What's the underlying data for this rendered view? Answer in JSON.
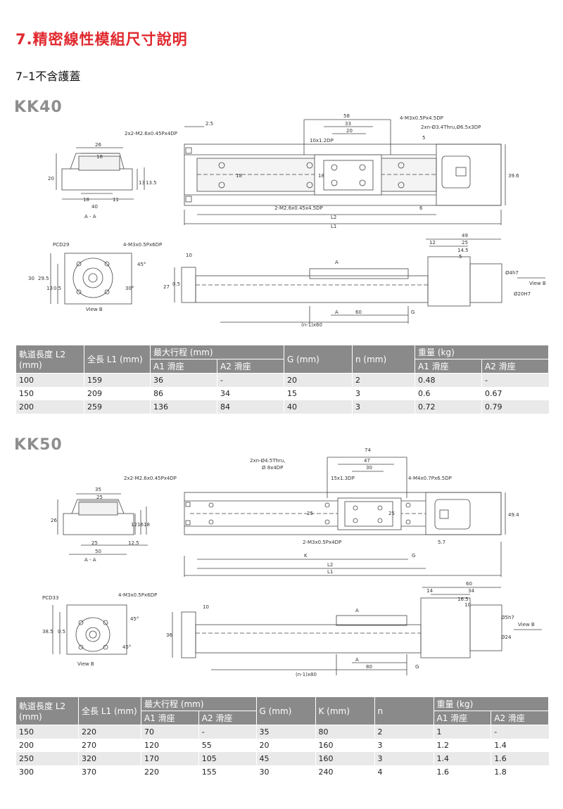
{
  "page": {
    "title": "7.精密線性模組尺寸說明",
    "subtitle": "7–1不含護蓋"
  },
  "kk40": {
    "model": "KK40",
    "labels": {
      "a1": "2x2-M2.6x0.45Px4DP",
      "a2": "2.5",
      "a3": "58",
      "a4": "33",
      "a5": "20",
      "a6": "4-M3x0.5Px4.5DP",
      "a7": "2xn-Ø3.4Thru,Ø6.5x3DP",
      "a8": "10x1.2DP",
      "a9": "5",
      "a10": "18",
      "a11": "18",
      "a12": "39.6",
      "a13": "2-M2.6x0.45x4.5DP",
      "a14": "6",
      "a15": "L2",
      "a16": "L1",
      "b1": "26",
      "b2": "18",
      "b3": "20",
      "b4": "13",
      "b5": "13.5",
      "b6": "18",
      "b7": "11",
      "b8": "40",
      "b9": "A - A",
      "c1": "PCD29",
      "c2": "4-M3x0.5Px6DP",
      "c3": "30",
      "c4": "29.5",
      "c5": "13",
      "c6": "0.5",
      "c7": "30°",
      "c8": "45°",
      "c9": "View B",
      "d1": "10",
      "d2": "27",
      "d3": "0.5",
      "d4": "A",
      "d5": "A",
      "d6": "60",
      "d7": "G",
      "d8": "(n-1)x60",
      "d9": "49",
      "d10": "12",
      "d11": "25",
      "d12": "14.5",
      "d13": "5",
      "d14": "Ø4h7",
      "d15": "Ø20H7",
      "d16": "View B"
    },
    "table": {
      "headers": {
        "rail": "軌道長度 L2 (mm)",
        "total": "全長 L1 (mm)",
        "stroke": "最大行程 (mm)",
        "g": "G (mm)",
        "n": "n (mm)",
        "weight": "重量 (kg)",
        "a1": "A1 滑座",
        "a2": "A2 滑座",
        "w1": "A1 滑座",
        "w2": "A2 滑座"
      },
      "rows": [
        [
          "100",
          "159",
          "36",
          "-",
          "20",
          "2",
          "0.48",
          "-"
        ],
        [
          "150",
          "209",
          "86",
          "34",
          "15",
          "3",
          "0.6",
          "0.67"
        ],
        [
          "200",
          "259",
          "136",
          "84",
          "40",
          "3",
          "0.72",
          "0.79"
        ]
      ]
    }
  },
  "kk50": {
    "model": "KK50",
    "labels": {
      "a1": "2x2-M2.6x0.45Px4DP",
      "a2": "74",
      "a3": "47",
      "a4": "30",
      "a5": "2xn-Ø4.5Thru,",
      "a5b": "Ø 8x4DP",
      "a6": "15x1.3DP",
      "a7": "4-M4x0.7Px6.5DP",
      "a8": "25",
      "a9": "25",
      "a10": "49.4",
      "a11": "2-M3x0.5Px4DP",
      "a12": "5.7",
      "a13": "K",
      "a14": "G",
      "a15": "L2",
      "a16": "L1",
      "b1": "35",
      "b2": "25",
      "b3": "26",
      "b4": "12",
      "b5": "16",
      "b6": "18",
      "b7": "25",
      "b8": "12.5",
      "b9": "50",
      "b10": "A - A",
      "c1": "PCD33",
      "c2": "4-M3x0.5Px6DP",
      "c3": "38.5",
      "c4": "0.5",
      "c5": "45°",
      "c6": "45°",
      "c7": "View B",
      "d1": "10",
      "d2": "36",
      "d3": "A",
      "d4": "A",
      "d5": "80",
      "d6": "G",
      "d7": "(n-1)x80",
      "d8": "60",
      "d9": "14",
      "d10": "34",
      "d11": "16.5",
      "d12": "10",
      "d13": "Ø5h7",
      "d14": "Ø24",
      "d15": "View B"
    },
    "table": {
      "headers": {
        "rail": "軌道長度 L2 (mm)",
        "total": "全長 L1 (mm)",
        "stroke": "最大行程 (mm)",
        "g": "G (mm)",
        "k": "K (mm)",
        "n": "n",
        "weight": "重量 (kg)",
        "a1": "A1 滑座",
        "a2": "A2 滑座",
        "w1": "A1 滑座",
        "w2": "A2 滑座"
      },
      "rows": [
        [
          "150",
          "220",
          "70",
          "-",
          "35",
          "80",
          "2",
          "1",
          "-"
        ],
        [
          "200",
          "270",
          "120",
          "55",
          "20",
          "160",
          "3",
          "1.2",
          "1.4"
        ],
        [
          "250",
          "320",
          "170",
          "105",
          "45",
          "160",
          "3",
          "1.4",
          "1.6"
        ],
        [
          "300",
          "370",
          "220",
          "155",
          "30",
          "240",
          "4",
          "1.6",
          "1.8"
        ]
      ]
    }
  }
}
